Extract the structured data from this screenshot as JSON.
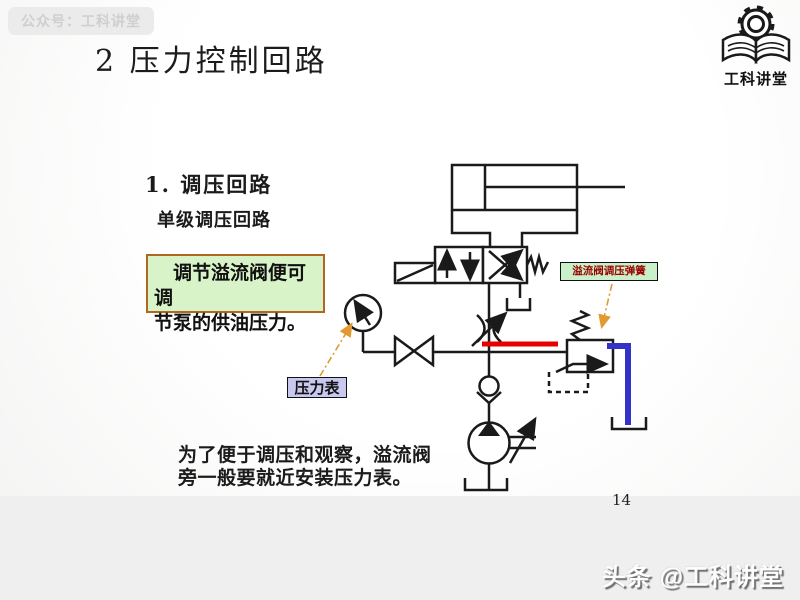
{
  "page": {
    "watermark_banner": "公众号：工科讲堂",
    "page_number": "14",
    "footer_credit": "头条 @工科讲堂"
  },
  "header": {
    "title": "2  压力控制回路",
    "logo_text": "工科讲堂"
  },
  "content": {
    "section_heading": "1.  调压回路",
    "subsection_heading": "单级调压回路",
    "note_box": {
      "line1": "调节溢流阀便可调",
      "line2": "节泵的供油压力。"
    },
    "bottom_note": {
      "line1": "为了便于调压和观察，溢流阀",
      "line2": "旁一般要就近安装压力表。"
    }
  },
  "diagram": {
    "labels": {
      "pressure_gauge": "压力表",
      "relief_spring": "溢流阀调压弹簧"
    },
    "colors": {
      "highlight_red": "#e80000",
      "highlight_blue": "#3232c8",
      "line_black": "#1a1a1a",
      "callout_orange": "#e09a30",
      "note_green_bg": "#d8f3c8",
      "note_border": "#b06820",
      "gauge_label_bg": "#c9c9ef",
      "spring_label_bg": "#c9f0c9",
      "spring_label_text": "#990000"
    }
  }
}
